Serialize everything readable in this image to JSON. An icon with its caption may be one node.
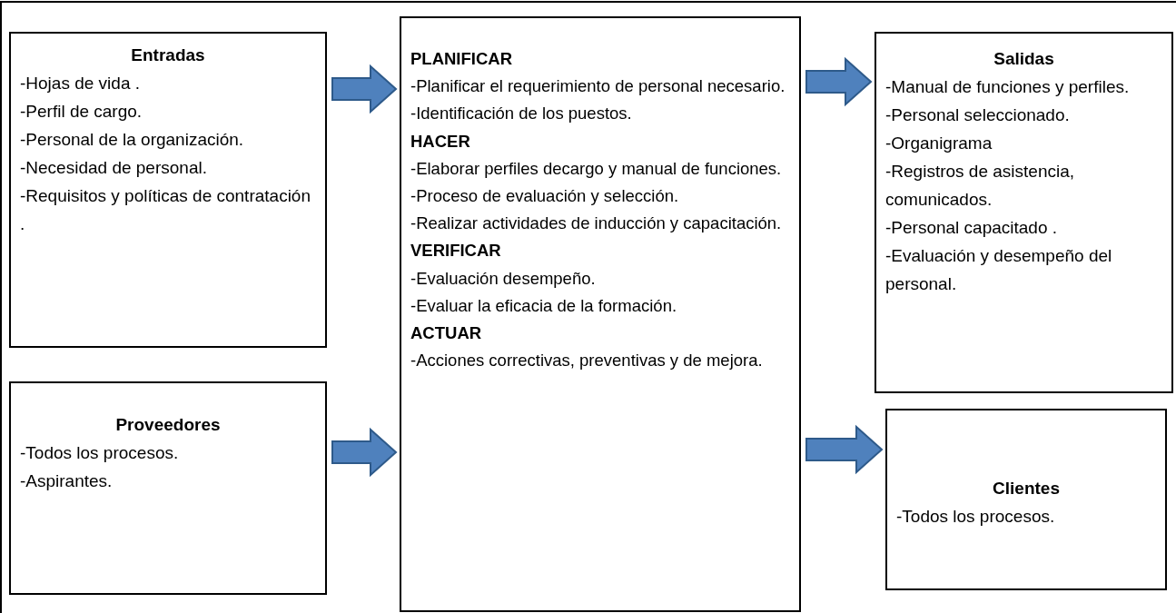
{
  "diagram": {
    "nodes": [
      {
        "text": [
          "Entradas",
          "-Hojas de vida .",
          "-Perfil de cargo.",
          "-Personal de la organización.",
          "-Necesidad de personal.",
          "-Requisitos y políticas de contratación ."
        ]
      },
      {
        "text": [
          "Proveedores",
          "-Todos los procesos.",
          "-Aspirantes."
        ]
      },
      {
        "text": [
          "PLANIFICAR",
          "-Planificar el requerimiento de personal necesario.",
          "-Identificación de los puestos.",
          "HACER",
          "-Elaborar perfiles decargo y manual de funciones.",
          "-Proceso de evaluación y selección.",
          "-Realizar actividades de inducción y capacitación.",
          "VERIFICAR",
          "-Evaluación desempeño.",
          "-Evaluar la eficacia de la formación.",
          "ACTUAR",
          "-Acciones correctivas, preventivas y de mejora."
        ]
      },
      {
        "text": [
          "Salidas",
          "-Manual de funciones y perfiles.",
          "-Personal seleccionado.",
          "-Organigrama",
          "-Registros de asistencia, comunicados.",
          "-Personal capacitado .",
          "-Evaluación y desempeño del personal."
        ]
      },
      {
        "text": [
          "Clientes",
          "-Todos los procesos."
        ]
      }
    ],
    "edges": [
      {
        "from": 0,
        "to": 2,
        "arrow": "to"
      },
      {
        "from": 1,
        "to": 2,
        "arrow": "to"
      },
      {
        "from": 2,
        "to": 3,
        "arrow": "to"
      },
      {
        "from": 2,
        "to": 4,
        "arrow": "to"
      }
    ]
  }
}
